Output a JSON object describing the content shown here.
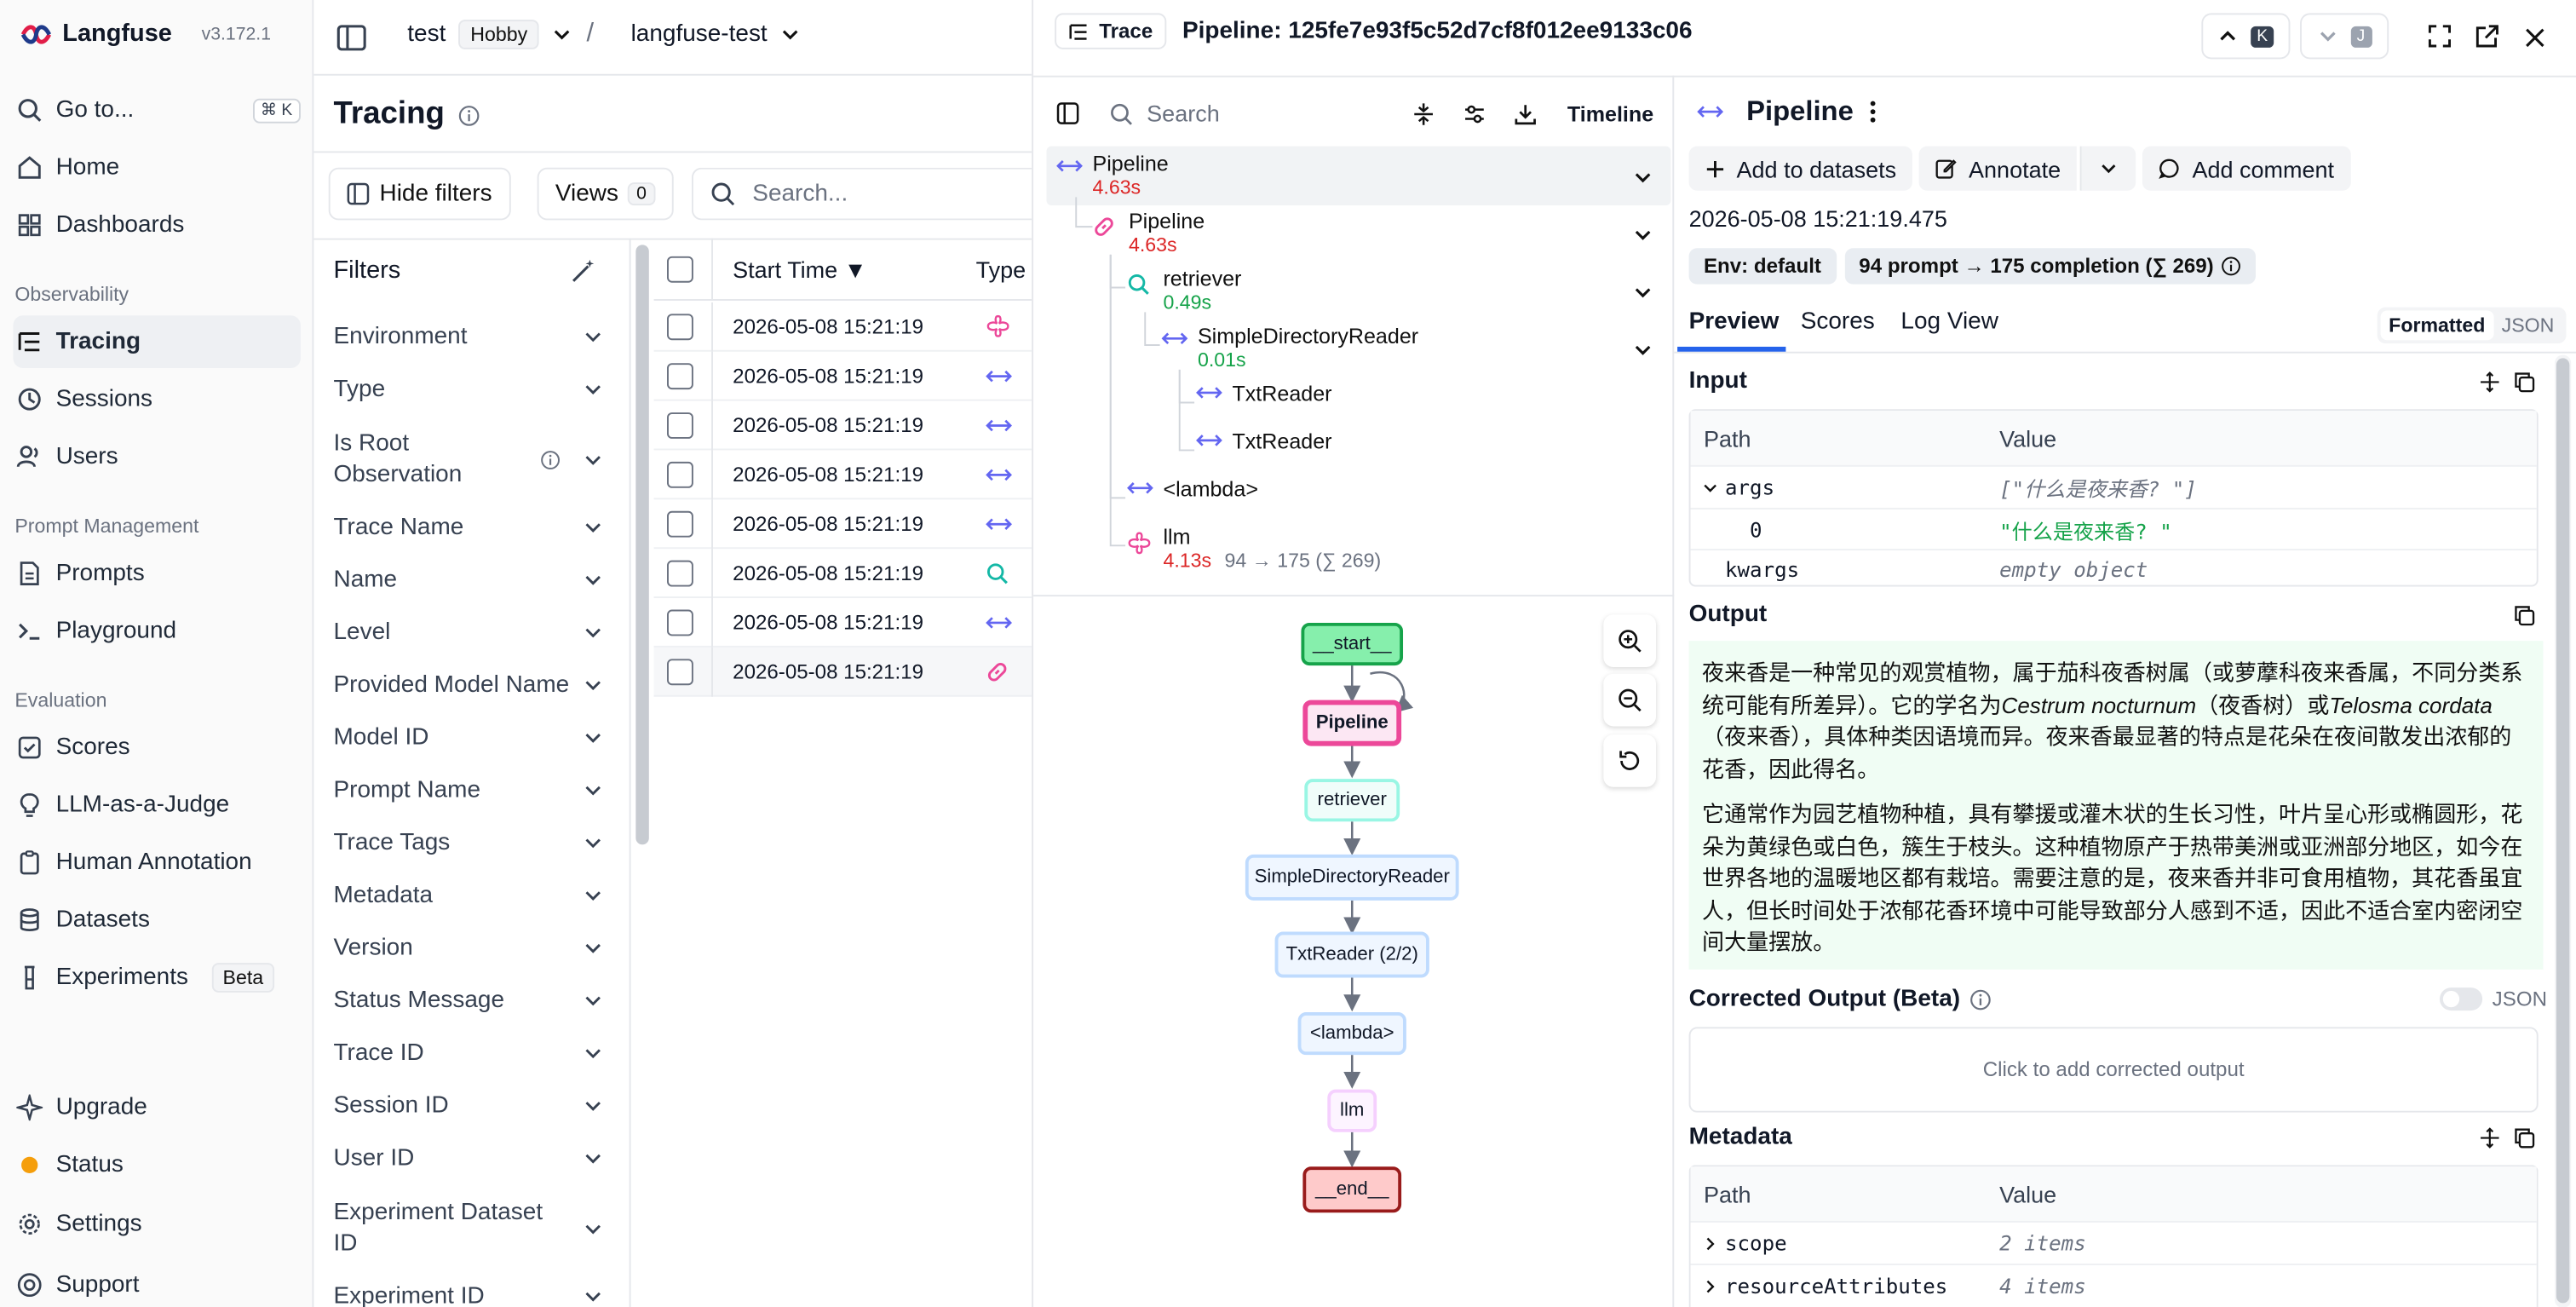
{
  "app": {
    "name": "Langfuse",
    "version": "v3.172.1",
    "colors": {
      "accent": "#2563eb",
      "pink": "#ec4899",
      "teal": "#14b8a6",
      "red": "#dc2626",
      "green": "#16a34a"
    }
  },
  "sidebar": {
    "goto_label": "Go to...",
    "goto_shortcut": "⌘ K",
    "items_top": [
      {
        "label": "Home",
        "icon": "home-icon"
      },
      {
        "label": "Dashboards",
        "icon": "dashboard-icon"
      }
    ],
    "sections": [
      {
        "title": "Observability",
        "items": [
          {
            "label": "Tracing",
            "icon": "list-tree-icon",
            "active": true
          },
          {
            "label": "Sessions",
            "icon": "clock-icon"
          },
          {
            "label": "Users",
            "icon": "users-icon"
          }
        ]
      },
      {
        "title": "Prompt Management",
        "items": [
          {
            "label": "Prompts",
            "icon": "file-text-icon"
          },
          {
            "label": "Playground",
            "icon": "terminal-icon"
          }
        ]
      },
      {
        "title": "Evaluation",
        "items": [
          {
            "label": "Scores",
            "icon": "check-square-icon"
          },
          {
            "label": "LLM-as-a-Judge",
            "icon": "lightbulb-icon"
          },
          {
            "label": "Human Annotation",
            "icon": "clipboard-icon"
          },
          {
            "label": "Datasets",
            "icon": "database-icon"
          },
          {
            "label": "Experiments",
            "icon": "flask-icon",
            "badge": "Beta"
          }
        ]
      }
    ],
    "items_bottom": [
      {
        "label": "Upgrade",
        "icon": "sparkle-icon"
      },
      {
        "label": "Status",
        "icon": "status-dot-icon"
      },
      {
        "label": "Settings",
        "icon": "gear-icon"
      },
      {
        "label": "Support",
        "icon": "help-circle-icon"
      }
    ]
  },
  "topbar": {
    "org": "test",
    "plan": "Hobby",
    "separator": "/",
    "project": "langfuse-test"
  },
  "tracing": {
    "title": "Tracing",
    "hide_filters": "Hide filters",
    "views_label": "Views",
    "views_count": "0",
    "search_placeholder": "Search...",
    "filters_title": "Filters",
    "filters": [
      "Environment",
      "Type",
      "Is Root Observation",
      "Trace Name",
      "Name",
      "Level",
      "Provided Model Name",
      "Model ID",
      "Prompt Name",
      "Trace Tags",
      "Metadata",
      "Version",
      "Status Message",
      "Trace ID",
      "Session ID",
      "User ID",
      "Experiment Dataset ID",
      "Experiment ID"
    ],
    "columns": {
      "start_time": "Start Time ▼",
      "type": "Type"
    },
    "rows": [
      {
        "time": "2026-05-08 15:21:19",
        "type_icon": "llm-icon"
      },
      {
        "time": "2026-05-08 15:21:19",
        "type_icon": "span-icon"
      },
      {
        "time": "2026-05-08 15:21:19",
        "type_icon": "span-icon"
      },
      {
        "time": "2026-05-08 15:21:19",
        "type_icon": "span-icon"
      },
      {
        "time": "2026-05-08 15:21:19",
        "type_icon": "span-icon"
      },
      {
        "time": "2026-05-08 15:21:19",
        "type_icon": "retriever-icon"
      },
      {
        "time": "2026-05-08 15:21:19",
        "type_icon": "span-icon"
      },
      {
        "time": "2026-05-08 15:21:19",
        "type_icon": "chain-icon"
      }
    ]
  },
  "trace": {
    "tag": "Trace",
    "title": "Pipeline: 125fe7e93f5c52d7cf8f012ee9133c06",
    "nav_prev_key": "K",
    "nav_next_key": "J",
    "search_placeholder": "Search",
    "timeline_label": "Timeline",
    "tree": [
      {
        "name": "Pipeline",
        "meta": "4.63s",
        "meta_color": "red",
        "icon": "span-icon"
      },
      {
        "name": "Pipeline",
        "meta": "4.63s",
        "meta_color": "red",
        "icon": "chain-icon"
      },
      {
        "name": "retriever",
        "meta": "0.49s",
        "meta_color": "green",
        "icon": "retriever-icon"
      },
      {
        "name": "SimpleDirectoryReader",
        "meta": "0.01s",
        "meta_color": "green",
        "icon": "span-icon"
      },
      {
        "name": "TxtReader",
        "meta": "",
        "meta_color": "",
        "icon": "span-icon"
      },
      {
        "name": "TxtReader",
        "meta": "",
        "meta_color": "",
        "icon": "span-icon"
      },
      {
        "name": "<lambda>",
        "meta": "",
        "meta_color": "",
        "icon": "span-icon"
      },
      {
        "name": "llm",
        "meta": "4.13s",
        "meta_color": "red",
        "tokens": "94 → 175 (∑ 269)",
        "icon": "llm-icon"
      }
    ],
    "graph_nodes": [
      "__start__",
      "Pipeline",
      "retriever",
      "SimpleDirectoryReader",
      "TxtReader (2/2)",
      "<lambda>",
      "llm",
      "__end__"
    ]
  },
  "observation": {
    "title": "Pipeline",
    "add_to_datasets": "Add to datasets",
    "annotate": "Annotate",
    "add_comment": "Add comment",
    "timestamp": "2026-05-08 15:21:19.475",
    "env_pill": "Env: default",
    "usage_pill": "94 prompt → 175 completion (∑ 269)",
    "tabs": [
      "Preview",
      "Scores",
      "Log View"
    ],
    "format_toggle": [
      "Formatted",
      "JSON"
    ],
    "input": {
      "title": "Input",
      "col_path": "Path",
      "col_value": "Value",
      "rows": [
        {
          "path": "args",
          "value": "[\"什么是夜来香? \"]"
        },
        {
          "path": "0",
          "value": "\"什么是夜来香? \""
        },
        {
          "path": "kwargs",
          "value": "empty object"
        }
      ]
    },
    "output": {
      "title": "Output",
      "p1a": "夜来香是一种常见的观赏植物，属于茄科夜香树属（或萝藦科夜来香属，不同分类系统可能有所差异）。它的学名为",
      "p1_latin1": "Cestrum nocturnum",
      "p1b": "（夜香树）或",
      "p1_latin2": "Telosma cordata",
      "p1c": "（夜来香），具体种类因语境而异。夜来香最显著的特点是花朵在夜间散发出浓郁的花香，因此得名。",
      "p2": "它通常作为园艺植物种植，具有攀援或灌木状的生长习性，叶片呈心形或椭圆形，花朵为黄绿色或白色，簇生于枝头。这种植物原产于热带美洲或亚洲部分地区，如今在世界各地的温暖地区都有栽培。需要注意的是，夜来香并非可食用植物，其花香虽宜人，但长时间处于浓郁花香环境中可能导致部分人感到不适，因此不适合室内密闭空间大量摆放。"
    },
    "corrected": {
      "title": "Corrected Output (Beta)",
      "json_label": "JSON",
      "placeholder": "Click to add corrected output"
    },
    "metadata": {
      "title": "Metadata",
      "col_path": "Path",
      "col_value": "Value",
      "rows": [
        {
          "path": "scope",
          "value": "2 items"
        },
        {
          "path": "resourceAttributes",
          "value": "4 items"
        }
      ]
    }
  }
}
